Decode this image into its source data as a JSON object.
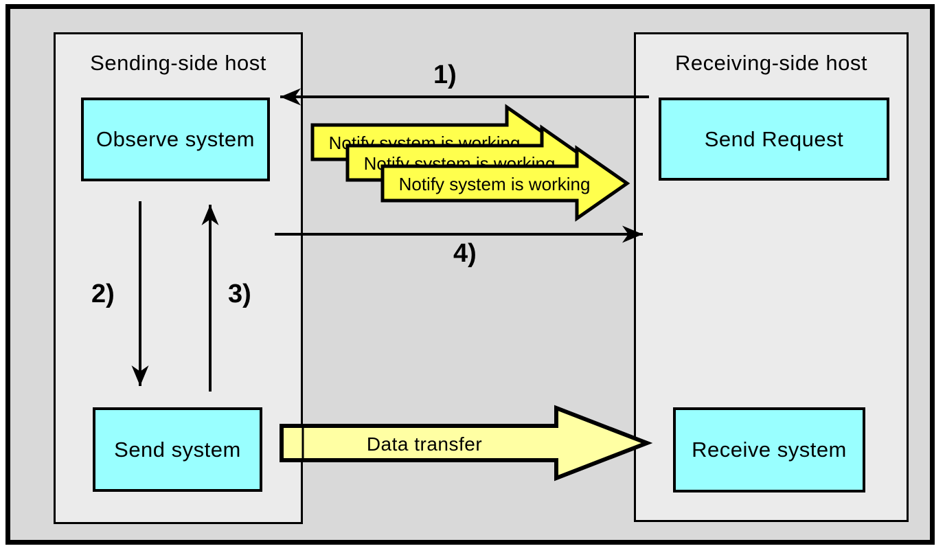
{
  "colors": {
    "canvas_gray": "#d9d9d9",
    "panel_gray": "#ebebeb",
    "box_cyan": "#99ffff",
    "notify_yellow": "#ffff4d",
    "transfer_yellow": "#ffffa3",
    "line_black": "#000000"
  },
  "hosts": {
    "sending": {
      "title": "Sending-side host",
      "observe_box": "Observe system",
      "send_box": "Send system"
    },
    "receiving": {
      "title": "Receiving-side host",
      "request_box": "Send Request",
      "receive_box": "Receive system"
    }
  },
  "steps": {
    "s1": "1)",
    "s2": "2)",
    "s3": "3)",
    "s4": "4)"
  },
  "messages": {
    "notify": "Notify system is working",
    "notify_count": 3,
    "data_transfer": "Data transfer"
  }
}
